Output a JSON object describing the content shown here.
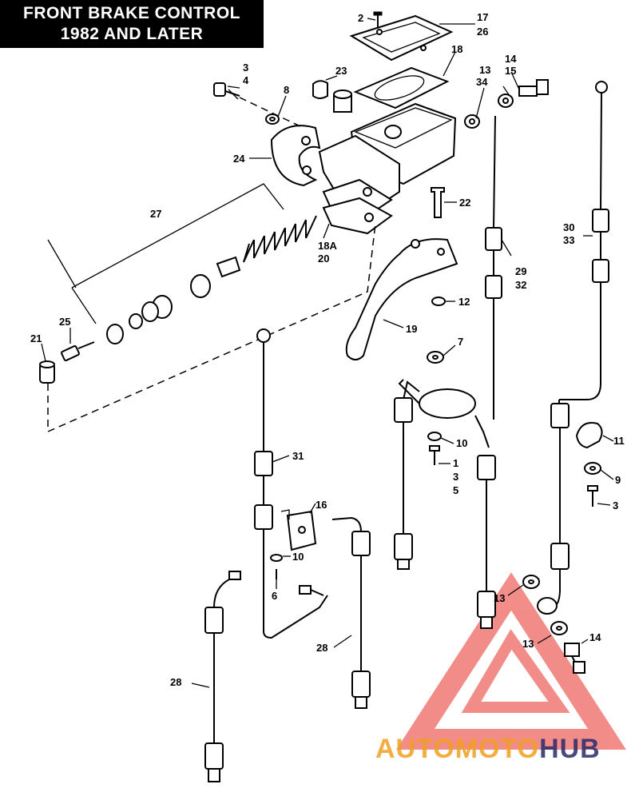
{
  "title": {
    "line1": "FRONT BRAKE CONTROL",
    "line2": "1982 AND LATER"
  },
  "callouts": {
    "c2": "2",
    "c17": "17",
    "c26": "26",
    "c18": "18",
    "c3": "3",
    "c4": "4",
    "c8": "8",
    "c23": "23",
    "c13": "13",
    "c34": "34",
    "c14": "14",
    "c15": "15",
    "c24": "24",
    "c22": "22",
    "c27": "27",
    "c30": "30",
    "c33": "33",
    "c18a": "18A",
    "c20": "20",
    "c29": "29",
    "c32": "32",
    "c12": "12",
    "c19": "19",
    "c7": "7",
    "c21": "21",
    "c25": "25",
    "c31": "31",
    "c10a": "10",
    "c1": "1",
    "c3b": "3",
    "c5": "5",
    "c11": "11",
    "c9": "9",
    "c3c": "3",
    "c16": "16",
    "c10b": "10",
    "c6": "6",
    "c13b": "13",
    "c13c": "13",
    "c14b": "14",
    "c28a": "28",
    "c28b": "28"
  },
  "watermark": {
    "part1": "AUTOMOTO",
    "part2": "HUB",
    "color_primary": "#f0a020",
    "color_secondary": "#2a2a6a",
    "logo_color": "#e8302a"
  }
}
